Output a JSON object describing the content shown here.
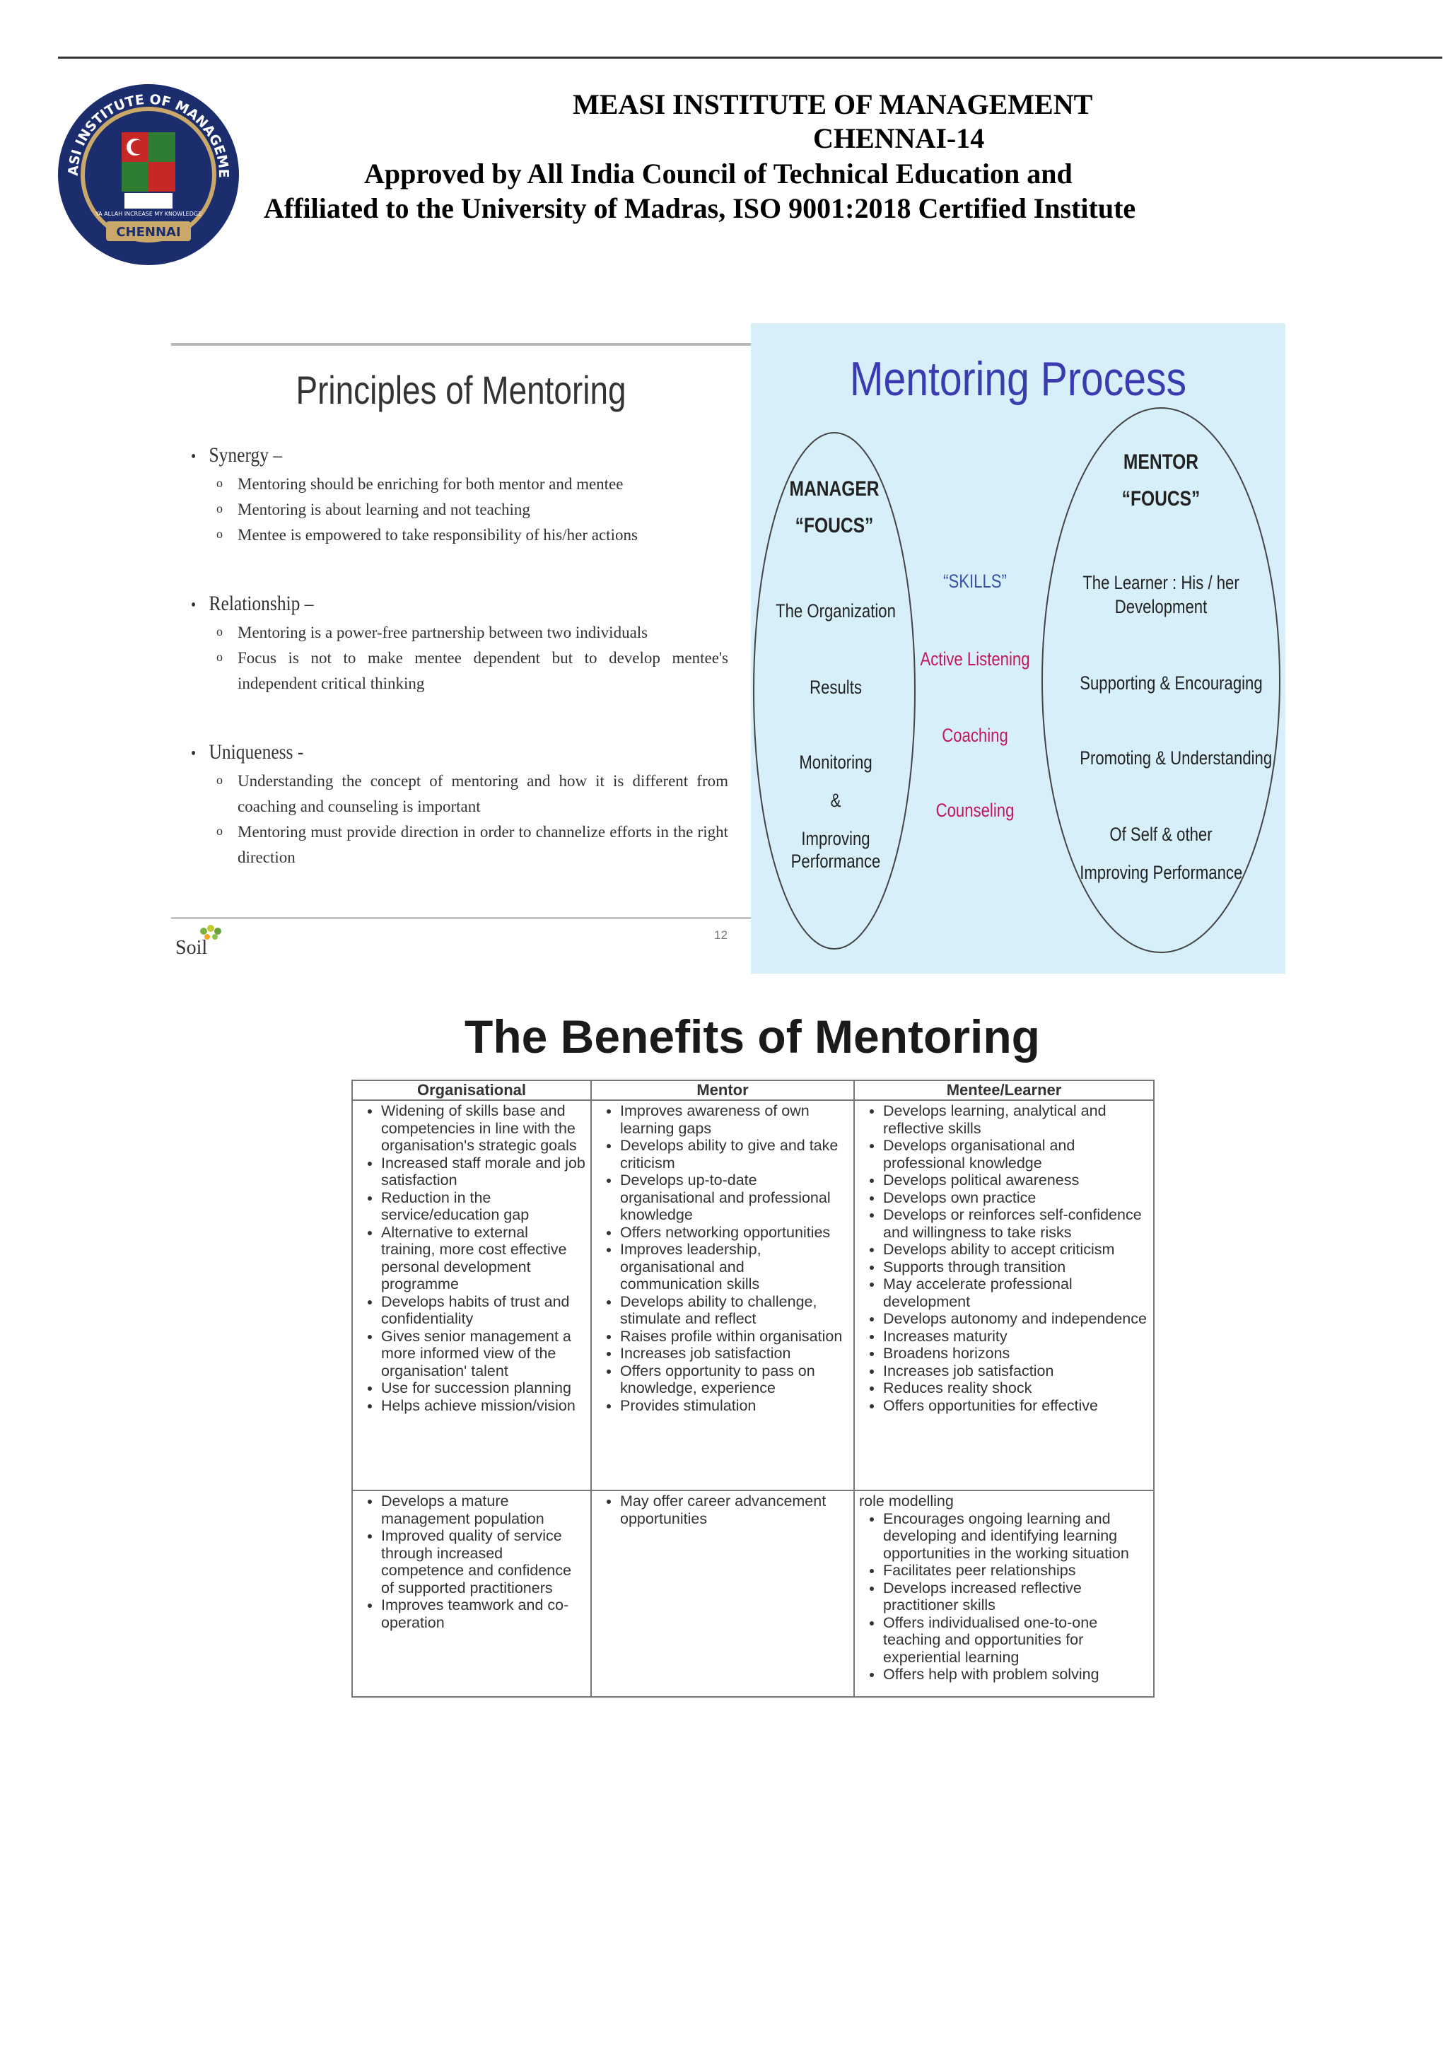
{
  "header": {
    "line1": "MEASI INSTITUTE OF MANAGEMENT",
    "line2": "CHENNAI-14",
    "line3": "Approved by All India Council of Technical Education and",
    "line4": "Affiliated to the University of Madras, ISO 9001:2018 Certified Institute",
    "seal": {
      "top_text": "MEASI INSTITUTE OF MANAGEMENT",
      "bottom_text": "CHENNAI",
      "motto": "YA ALLAH INCREASE MY KNOWLEDGE"
    }
  },
  "principles": {
    "title": "Principles of Mentoring",
    "sections": [
      {
        "heading": "Synergy –",
        "items": [
          "Mentoring should be enriching for both mentor and mentee",
          "Mentoring is about learning and not teaching",
          "Mentee is empowered to take responsibility of his/her actions"
        ]
      },
      {
        "heading": "Relationship –",
        "items": [
          "Mentoring is a power-free partnership between two individuals",
          "Focus is not to make mentee dependent but to develop mentee's independent critical thinking"
        ]
      },
      {
        "heading": "Uniqueness -",
        "items": [
          "Understanding the concept of mentoring and how it is different from coaching and counseling is important",
          "Mentoring must provide direction in order to channelize efforts in the right direction"
        ]
      }
    ],
    "logo_text": "Soil",
    "page_number": "12"
  },
  "process": {
    "title": "Mentoring Process",
    "manager": {
      "label": "MANAGER",
      "focus": "“FOUCS”",
      "items": [
        "The Organization",
        "Results",
        "Monitoring",
        "&",
        "Improving",
        "Performance"
      ]
    },
    "skills": {
      "label": "“SKILLS”",
      "items": [
        "Active Listening",
        "Coaching",
        "Counseling"
      ]
    },
    "mentor": {
      "label": "MENTOR",
      "focus": "“FOUCS”",
      "items": [
        "The Learner : His / her",
        "Development",
        "Supporting & Encouraging",
        "Promoting & Understanding",
        "Of Self & other",
        "Improving Performance"
      ]
    },
    "colors": {
      "background": "#d7eff9",
      "title": "#3b3bb0",
      "skills": "#c2185b"
    }
  },
  "benefits": {
    "title": "The Benefits of Mentoring",
    "headers": [
      "Organisational",
      "Mentor",
      "Mentee/Learner"
    ],
    "row1": {
      "organisational": [
        "Widening of skills base and competencies in line with the organisation's strategic goals",
        "Increased staff morale and job satisfaction",
        "Reduction in the service/education gap",
        "Alternative to external training, more cost effective personal development programme",
        "Develops habits of trust and confidentiality",
        "Gives senior management a more informed view of the organisation' talent",
        "Use for succession planning",
        "Helps achieve mission/vision"
      ],
      "mentor": [
        "Improves awareness of own learning gaps",
        "Develops ability to give and take criticism",
        "Develops up-to-date organisational and professional knowledge",
        "Offers networking opportunities",
        "Improves leadership, organisational and communication skills",
        "Develops ability to challenge, stimulate and reflect",
        "Raises profile within organisation",
        "Increases job satisfaction",
        "Offers opportunity to pass on knowledge, experience",
        "Provides stimulation"
      ],
      "mentee": [
        "Develops learning, analytical and reflective skills",
        "Develops organisational and professional knowledge",
        "Develops political awareness",
        "Develops own practice",
        "Develops or reinforces self-confidence and willingness to take risks",
        "Develops ability to accept criticism",
        "Supports through transition",
        "May accelerate professional development",
        "Develops autonomy and independence",
        "Increases maturity",
        "Broadens horizons",
        "Increases job satisfaction",
        "Reduces reality shock",
        "Offers opportunities for effective"
      ]
    },
    "row2": {
      "organisational": [
        "Develops a mature management population",
        "Improved quality of service through increased competence and confidence of supported practitioners",
        "Improves teamwork and co-operation"
      ],
      "mentor": [
        "May offer career advancement opportunities"
      ],
      "mentee_continuation": "role modelling",
      "mentee": [
        "Encourages ongoing learning and developing and identifying learning opportunities in the working situation",
        "Facilitates peer relationships",
        "Develops increased reflective practitioner skills",
        "Offers individualised one-to-one teaching and opportunities for experiential learning",
        "Offers help with problem solving"
      ]
    }
  }
}
